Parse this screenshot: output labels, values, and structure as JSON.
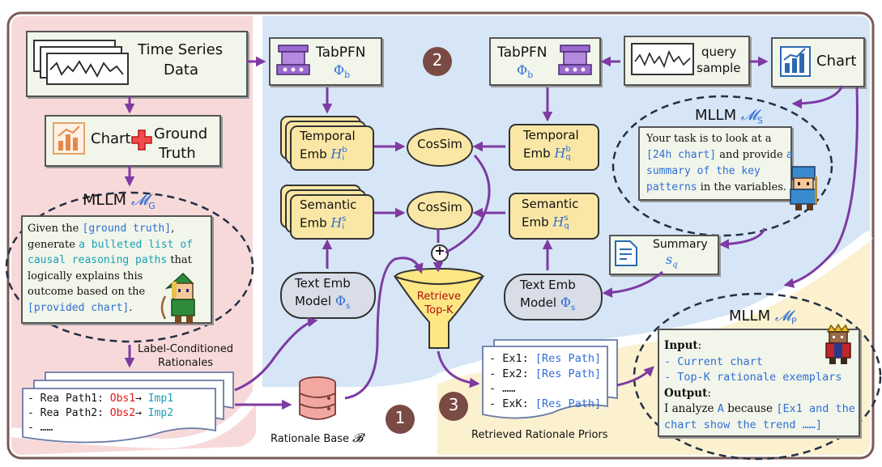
{
  "colors": {
    "pink_bg": "#f8d9d9",
    "blue_bg": "#d6e6f6",
    "yellow_bg": "#fbf1cf",
    "arrow": "#7e3aa3",
    "emb_box": "#fbe7a5",
    "model_box": "#d9dde8",
    "funnel": "#fde783",
    "accent_blue": "#2f6fd6",
    "accent_red": "#e01818",
    "border": "#7a5a55"
  },
  "icons": {
    "time_series": "time-series-icon",
    "tabpfn": "tabpfn-chip-icon",
    "chart": "bar-chart-icon",
    "plus": "red-cross-icon",
    "database": "database-icon",
    "summary": "document-icon",
    "character_elf": "elf-archer-icon",
    "character_knight": "knight-icon",
    "character_king": "king-icon"
  },
  "left": {
    "time_series": [
      "Time Series",
      "Data"
    ],
    "chart": "Chart",
    "ground_truth": [
      "Ground",
      "Truth"
    ],
    "mllm_g": {
      "label": "MLLM",
      "symbol": "𝓜",
      "sub": "G"
    },
    "prompt_g": {
      "p1": "Given the ",
      "p2": "[ground truth]",
      "p3": ",",
      "l2a": "generate ",
      "l2b": "a bulleted list of",
      "l3a": "causal reasoning paths",
      "l3b": " that",
      "l4": "logically explains this",
      "l5": "outcome based on the",
      "l6a": "[provided chart]",
      "l6b": "."
    },
    "rationales_caption": [
      "Label-Conditioned",
      "Rationales"
    ],
    "rea1": {
      "prefix": "- Rea Path1: ",
      "obs": "Obs1",
      "arrow": "→ ",
      "imp": "Imp1"
    },
    "rea2": {
      "prefix": "- Rea Path2: ",
      "obs": "Obs2",
      "arrow": "→ ",
      "imp": "Imp2"
    },
    "rea3": "- ……",
    "rationale_base": "Rationale Base ",
    "rationale_base_sym": "𝓑",
    "step1": "1"
  },
  "middle": {
    "tabpfn_b": {
      "name": "TabPFN",
      "phi": "Φ",
      "sub": "b"
    },
    "step2": "2",
    "temporal_i": {
      "l1": "Temporal",
      "l2": "Emb ",
      "sym": "H",
      "sup": "b",
      "sub": "i"
    },
    "semantic_i": {
      "l1": "Semantic",
      "l2": "Emb ",
      "sym": "H",
      "sup": "s",
      "sub": "i"
    },
    "cossim1": "CosSim",
    "cossim2": "CosSim",
    "plus": "+",
    "text_emb_l": {
      "l1": "Text Emb",
      "l2": "Model ",
      "phi": "Φ",
      "sub": "s"
    },
    "retrieve": [
      "Retrieve",
      "Top-K"
    ],
    "temporal_q": {
      "l1": "Temporal",
      "l2": "Emb ",
      "sym": "H",
      "sup": "b",
      "sub": "q"
    },
    "semantic_q": {
      "l1": "Semantic",
      "l2": "Emb ",
      "sym": "H",
      "sup": "s",
      "sub": "q"
    },
    "text_emb_r": {
      "l1": "Text Emb",
      "l2": "Model ",
      "phi": "Φ",
      "sub": "s"
    }
  },
  "right": {
    "tabpfn_b2": {
      "name": "TabPFN",
      "phi": "Φ",
      "sub": "b"
    },
    "query": [
      "query",
      "sample"
    ],
    "chart": "Chart",
    "mllm_s": {
      "label": "MLLM",
      "symbol": "𝓜",
      "sub": "S"
    },
    "prompt_s": {
      "l1": "Your task is to look at a",
      "l2a": "[24h chart]",
      "l2b": " and provide ",
      "l2c": "a",
      "l3": "summary of the key",
      "l4a": "patterns",
      "l4b": " in the variables."
    },
    "summary": {
      "label": "Summary",
      "sym": "s",
      "sub": "q"
    },
    "mllm_p": {
      "label": "MLLM",
      "symbol": "𝓜",
      "sub": "P"
    },
    "prompt_p": {
      "input": "Input",
      "colon": ":",
      "i1": "- Current chart",
      "i2": "- Top-K rationale exemplars",
      "output": "Output",
      "o1a": "I analyze ",
      "o1b": "A",
      "o1c": " because ",
      "o1d": "[Ex1 and the",
      "o2": "chart show the trend ……]"
    },
    "retrieved": {
      "ex1a": "- Ex1: ",
      "ex1b": "[Res Path]",
      "ex2a": "- Ex2: ",
      "ex2b": "[Res Path]",
      "ex3": "- ……",
      "ex4a": "- ExK: ",
      "ex4b": "[Res Path]"
    },
    "retrieved_caption": "Retrieved Rationale Priors",
    "step3": "3"
  }
}
